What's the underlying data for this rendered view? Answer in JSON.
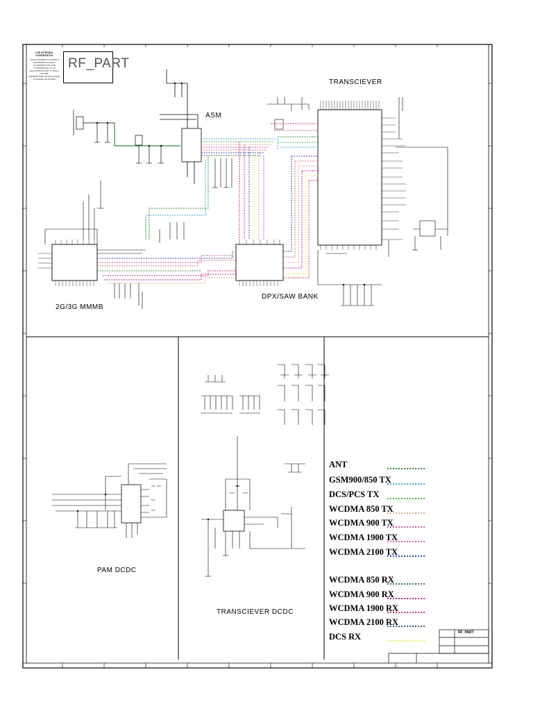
{
  "confidential": {
    "heading": "LGE INTERNAL CONFIDENTIAL",
    "lines": [
      "THIS DOCUMENT CONTAINS INFORMATION WHICH",
      "IS PROPRIETARY AND CONFIDENTIAL TO LG",
      "ELECTRONICS INC. IT SHALL NOT BE",
      "REPRODUCED OR DISCLOSED IN WHOLE OR IN PART"
    ]
  },
  "sheet_title": "RF_PART",
  "blocks": {
    "asm": "ASM",
    "transceiver": "TRANSCIEVER",
    "mmmb": "2G/3G MMMB",
    "dpx": "DPX/SAW BANK",
    "pam_dcdc": "PAM DCDC",
    "trx_dcdc": "TRANSCIEVER DCDC"
  },
  "legend": [
    {
      "label": "ANT",
      "color": "#2e8b3a"
    },
    {
      "label": "GSM900/850 TX",
      "color": "#33aadd"
    },
    {
      "label": "DCS/PCS TX",
      "color": "#44bb44"
    },
    {
      "label": "WCDMA 850 TX",
      "color": "#ddaa88"
    },
    {
      "label": "WCDMA 900 TX",
      "color": "#cc5599"
    },
    {
      "label": "WCDMA 1900 TX",
      "color": "#ee6688"
    },
    {
      "label": "WCDMA 2100 TX",
      "color": "#3344cc"
    },
    {
      "label": "WCDMA 850 RX",
      "color": "#337744"
    },
    {
      "label": "WCDMA 900 RX",
      "color": "#cc2288"
    },
    {
      "label": "WCDMA 1900 RX",
      "color": "#dd3355"
    },
    {
      "label": "WCDMA 2100 RX",
      "color": "#3355aa"
    },
    {
      "label": "DCS RX",
      "color": "#eeee55"
    }
  ],
  "title_block": {
    "name": "RF_PART"
  },
  "colors": {
    "ant": "#2e8b3a",
    "gsm_tx": "#33aadd",
    "dcs_tx": "#44bb44",
    "w850_tx": "#ddaa88",
    "w900_tx": "#cc5599",
    "w1900_tx": "#ee6688",
    "w2100_tx": "#3344cc",
    "w850_rx": "#337744",
    "w900_rx": "#cc2288",
    "w1900_rx": "#dd3355",
    "w2100_rx": "#3355aa",
    "dcs_rx": "#eeee55"
  }
}
